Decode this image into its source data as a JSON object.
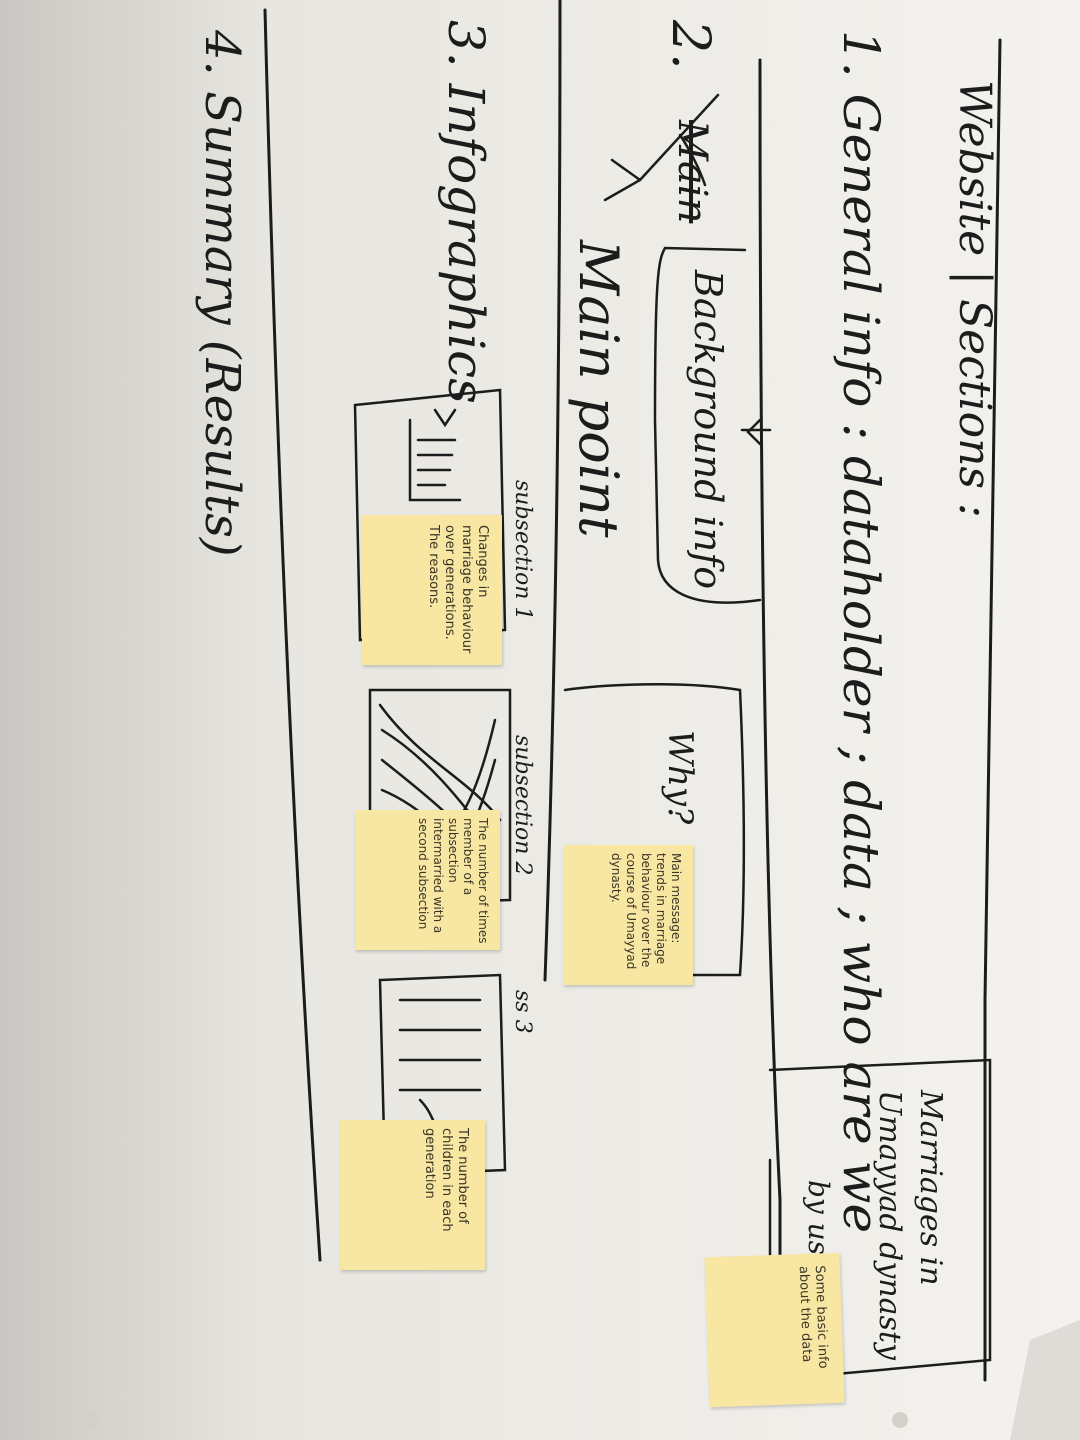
{
  "board": {
    "title": "Website | Sections :",
    "sections": [
      {
        "num": "1.",
        "text": "General info : dataholder ; data ; who are we"
      },
      {
        "num": "2.",
        "text": "Main point"
      },
      {
        "num": "3.",
        "text": "Infographics"
      },
      {
        "num": "4.",
        "text": "Summary (Results)"
      }
    ],
    "struck_word": "Main",
    "background_info": "Background info",
    "why": "Why?",
    "marriages_title": "Marriages in Umayyad dynasty",
    "by_us": "by us",
    "subsection1_label": "subsection 1",
    "subsection2_label": "subsection 2",
    "subsection3_label": "ss 3"
  },
  "stickies": [
    {
      "text": "Changes in marriage behaviour over generations. The reasons."
    },
    {
      "text": "The number of times member of a subsection intermarried with a second subsection"
    },
    {
      "text": "Main message: trends in marriage behaviour over the course of Umayyad dynasty."
    },
    {
      "text": "The number of children in each generation"
    },
    {
      "text": "Some basic info about the data"
    }
  ],
  "colors": {
    "paper": "#f1efea",
    "ink": "#1c1c1c",
    "sticky": "#f8e7a3"
  }
}
